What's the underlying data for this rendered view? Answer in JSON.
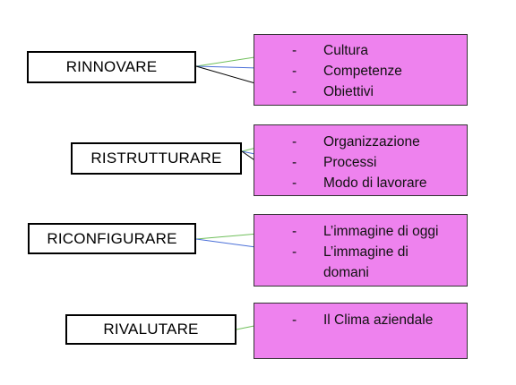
{
  "groups": [
    {
      "keyword": "RINNOVARE",
      "items": [
        {
          "bullet": "-",
          "label": "Cultura"
        },
        {
          "bullet": "-",
          "label": "Competenze"
        },
        {
          "bullet": "-",
          "label": "Obiettivi"
        }
      ]
    },
    {
      "keyword": "RISTRUTTURARE",
      "items": [
        {
          "bullet": "-",
          "label": "Organizzazione"
        },
        {
          "bullet": "-",
          "label": "Processi"
        },
        {
          "bullet": "-",
          "label": "Modo di lavorare"
        }
      ]
    },
    {
      "keyword": "RICONFIGURARE",
      "items": [
        {
          "bullet": "-",
          "label": "L’immagine di oggi"
        },
        {
          "bullet": "-",
          "label": "L’immagine di"
        },
        {
          "bullet": "",
          "label": "domani"
        }
      ]
    },
    {
      "keyword": "RIVALUTARE",
      "items": [
        {
          "bullet": "-",
          "label": "Il Clima aziendale"
        }
      ]
    }
  ],
  "colors": {
    "detail_fill": "#ee82ee",
    "connector_green": "#6fbf5a",
    "connector_blue": "#4a6fd8",
    "connector_black": "#000000"
  }
}
